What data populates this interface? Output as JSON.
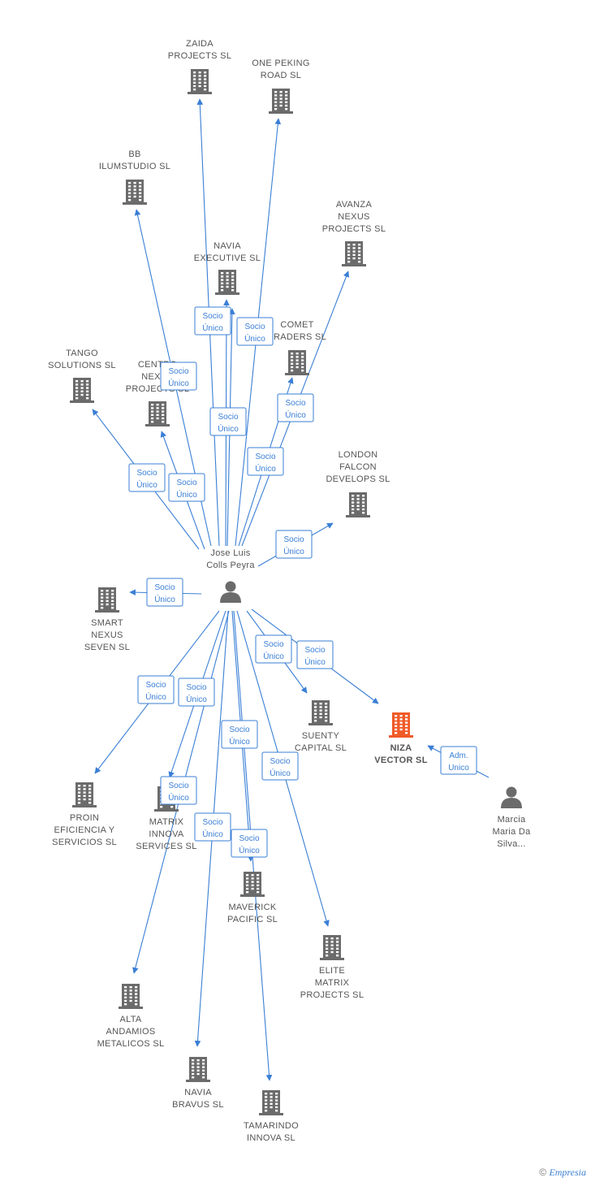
{
  "person_main": {
    "label": [
      "Jose Luis",
      "Colls Peyra"
    ]
  },
  "person_other": {
    "label": [
      "Marcia",
      "Maria Da",
      "Silva..."
    ]
  },
  "companies": [
    {
      "id": "zaida",
      "label": [
        "ZAIDA",
        "PROJECTS SL"
      ]
    },
    {
      "id": "onepeking",
      "label": [
        "ONE PEKING",
        "ROAD  SL"
      ]
    },
    {
      "id": "bb",
      "label": [
        "BB",
        "ILUMSTUDIO  SL"
      ]
    },
    {
      "id": "avanza",
      "label": [
        "AVANZA",
        "NEXUS",
        "PROJECTS SL"
      ]
    },
    {
      "id": "navia_exec",
      "label": [
        "NAVIA",
        "EXECUTIVE SL"
      ]
    },
    {
      "id": "comet",
      "label": [
        "COMET",
        "TRADERS SL"
      ]
    },
    {
      "id": "tango",
      "label": [
        "TANGO",
        "SOLUTIONS SL"
      ]
    },
    {
      "id": "centro",
      "label": [
        "CENTRO",
        "NEXUS",
        "PROJECTS SL"
      ]
    },
    {
      "id": "london",
      "label": [
        "LONDON",
        "FALCON",
        "DEVELOPS SL"
      ]
    },
    {
      "id": "smart",
      "label": [
        "SMART",
        "NEXUS",
        "SEVEN SL"
      ]
    },
    {
      "id": "suenty",
      "label": [
        "SUENTY",
        "CAPITAL SL"
      ]
    },
    {
      "id": "niza",
      "label": [
        "NIZA",
        "VECTOR SL"
      ],
      "highlight": true
    },
    {
      "id": "proin",
      "label": [
        "PROIN",
        "EFICIENCIA Y",
        "SERVICIOS  SL"
      ]
    },
    {
      "id": "matrix",
      "label": [
        "MATRIX",
        "INNOVA",
        "SERVICES SL"
      ]
    },
    {
      "id": "maverick",
      "label": [
        "MAVERICK",
        "PACIFIC  SL"
      ]
    },
    {
      "id": "elite",
      "label": [
        "ELITE",
        "MATRIX",
        "PROJECTS SL"
      ]
    },
    {
      "id": "alta",
      "label": [
        "ALTA",
        "ANDAMIOS",
        "METALICOS SL"
      ]
    },
    {
      "id": "navia_bravus",
      "label": [
        "NAVIA",
        "BRAVUS  SL"
      ]
    },
    {
      "id": "tamarindo",
      "label": [
        "TAMARINDO",
        "INNOVA SL"
      ]
    }
  ],
  "relations": {
    "socio_unico": [
      "Socio",
      "Único"
    ],
    "adm_unico": [
      "Adm.",
      "Unico"
    ]
  },
  "colors": {
    "edge": "#3a7fd5",
    "building": "#6b6b6b",
    "highlight": "#f05a28",
    "person": "#6b6b6b"
  },
  "copyright": {
    "symbol": "©",
    "brand": "Empresia"
  }
}
